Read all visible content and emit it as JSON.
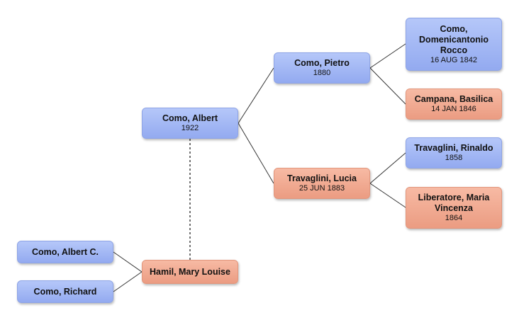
{
  "people": {
    "albert": {
      "name": "Como, Albert",
      "date": "1922"
    },
    "pietro": {
      "name": "Como, Pietro",
      "date": "1880"
    },
    "lucia": {
      "name": "Travaglini, Lucia",
      "date": "25 JUN 1883"
    },
    "domenico": {
      "name": "Como, Domenicantonio Rocco",
      "date": "16 AUG 1842"
    },
    "basilica": {
      "name": "Campana, Basilica",
      "date": "14 JAN 1846"
    },
    "rinaldo": {
      "name": "Travaglini, Rinaldo",
      "date": "1858"
    },
    "maria": {
      "name": "Liberatore, Maria Vincenza",
      "date": "1864"
    },
    "hamil": {
      "name": "Hamil, Mary Louise"
    },
    "albertc": {
      "name": "Como, Albert C."
    },
    "richard": {
      "name": "Como, Richard"
    }
  },
  "colors": {
    "male": "#a4b8f5",
    "female": "#f1ab92",
    "connector": "#333333"
  }
}
